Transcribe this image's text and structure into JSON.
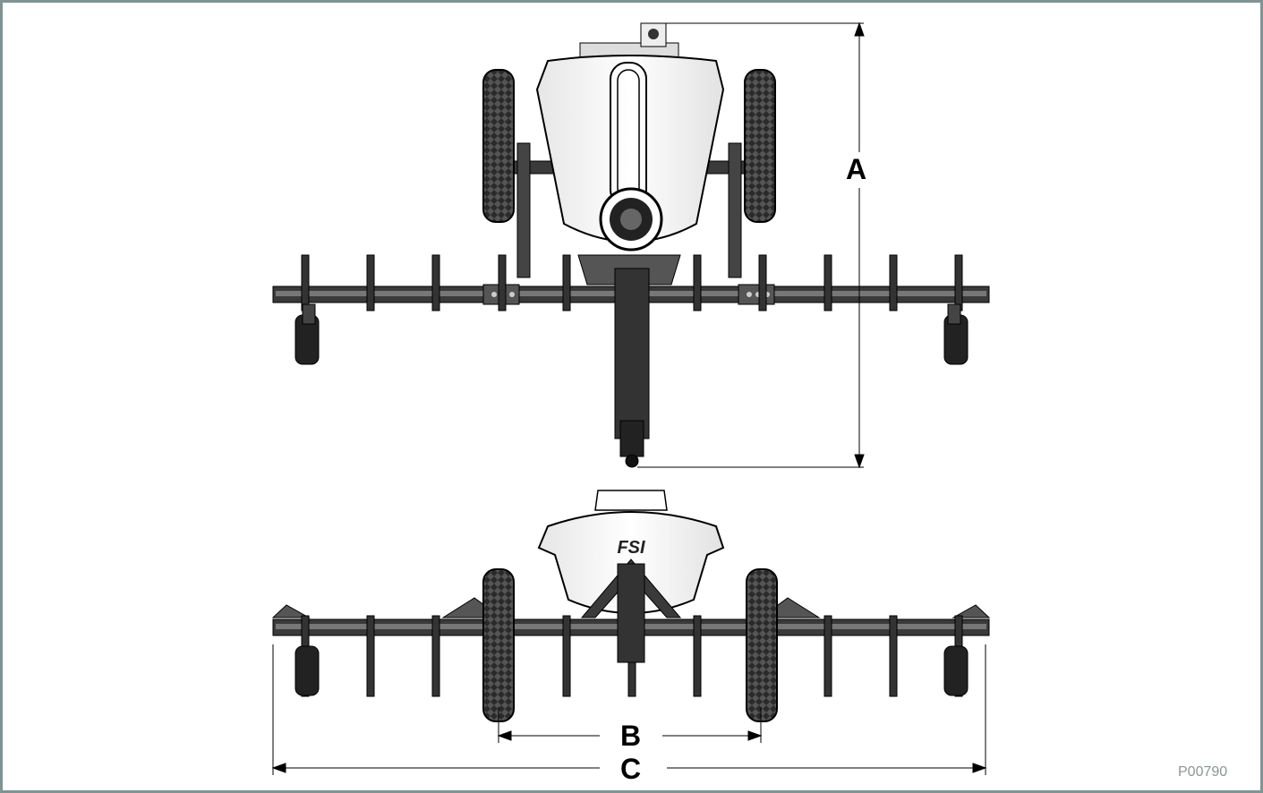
{
  "figure": {
    "id_label": "P00790",
    "frame_color": "#7f9493",
    "dimensions": {
      "a_label": "A",
      "b_label": "B",
      "c_label": "C"
    },
    "views": [
      "top-view",
      "rear-view"
    ]
  }
}
